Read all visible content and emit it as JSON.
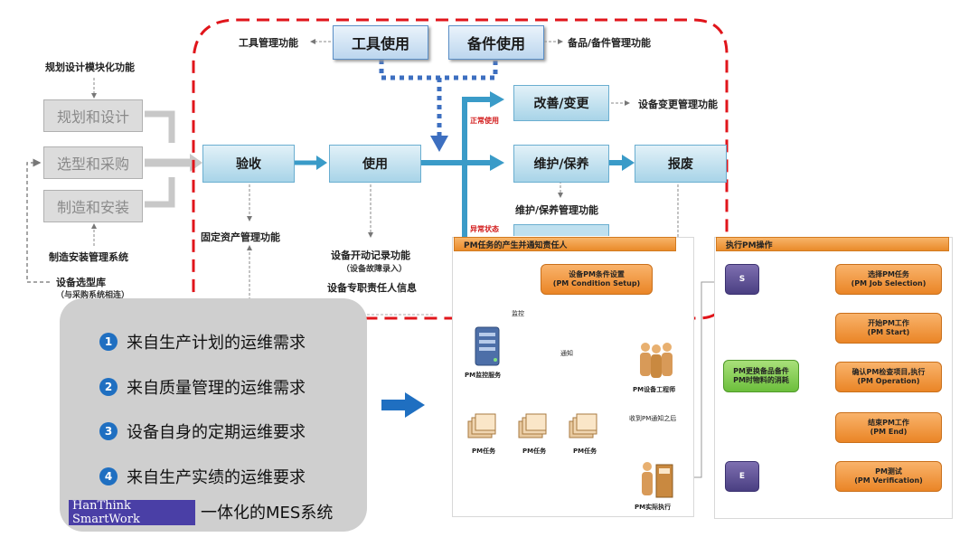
{
  "left_flow": {
    "top_label": "规划设计模块化功能",
    "boxes": [
      "规划和设计",
      "选型和采购",
      "制造和安装"
    ],
    "bottom_label": "制造安装管理系统",
    "db_label": "设备选型库",
    "db_sub": "（与采购系统相连）"
  },
  "top_row": {
    "tool_use": "工具使用",
    "spare_use": "备件使用",
    "tool_func": "工具管理功能",
    "spare_func": "备品/备件管理功能"
  },
  "main_flow": {
    "accept": "验收",
    "use": "使用",
    "improve": "改善/变更",
    "maintain": "维护/保养",
    "scrap": "报废",
    "normal_use": "正常使用",
    "abnormal": "异常状态",
    "improve_func": "设备变更管理功能",
    "maintain_func": "维护/保养管理功能",
    "asset_func": "固定资产管理功能",
    "start_log": "设备开动记录功能",
    "start_log_sub": "（设备故障录入）",
    "owner_info": "设备专职责任人信息"
  },
  "needs": {
    "items": [
      {
        "num": "1",
        "text": "来自生产计划的运维需求"
      },
      {
        "num": "2",
        "text": "来自质量管理的运维需求"
      },
      {
        "num": "3",
        "text": "设备自身的定期运维要求"
      },
      {
        "num": "4",
        "text": "来自生产实绩的运维要求"
      }
    ],
    "brand": "HanThink SmartWork",
    "brand_suffix": "一体化的MES系统"
  },
  "pm_left": {
    "header": "PM任务的产生并通知责任人",
    "condition_cn": "设备PM条件设置",
    "condition_en": "(PM Condition Setup)",
    "monitor_label": "监控",
    "server_label": "PM监控服务",
    "notify_label": "通知",
    "engineer_label": "PM设备工程师",
    "task_label": "PM任务",
    "after_label": "收到PM通知之后",
    "exec_label": "PM实际执行"
  },
  "pm_right": {
    "header": "执行PM操作",
    "start": "S",
    "end": "E",
    "steps": [
      {
        "cn": "选择PM任务",
        "en": "(PM Job Selection)"
      },
      {
        "cn": "开始PM工作",
        "en": "(PM Start)"
      },
      {
        "cn": "确认PM检查项目,执行",
        "en": "(PM Operation)"
      },
      {
        "cn": "结束PM工作",
        "en": "(PM End)"
      },
      {
        "cn": "PM测试",
        "en": "(PM Verification)"
      }
    ],
    "spare_cn": "PM更换备品备件",
    "spare_cn2": "PM时物料的消耗"
  },
  "colors": {
    "red_dash": "#e0151b",
    "teal": "#3a9bc8",
    "blue_dots": "#3d6fc0",
    "orange": "#e98a2a",
    "green": "#6cbf3c",
    "purple": "#4a3f82",
    "arrow_blue": "#1f6fc1"
  }
}
